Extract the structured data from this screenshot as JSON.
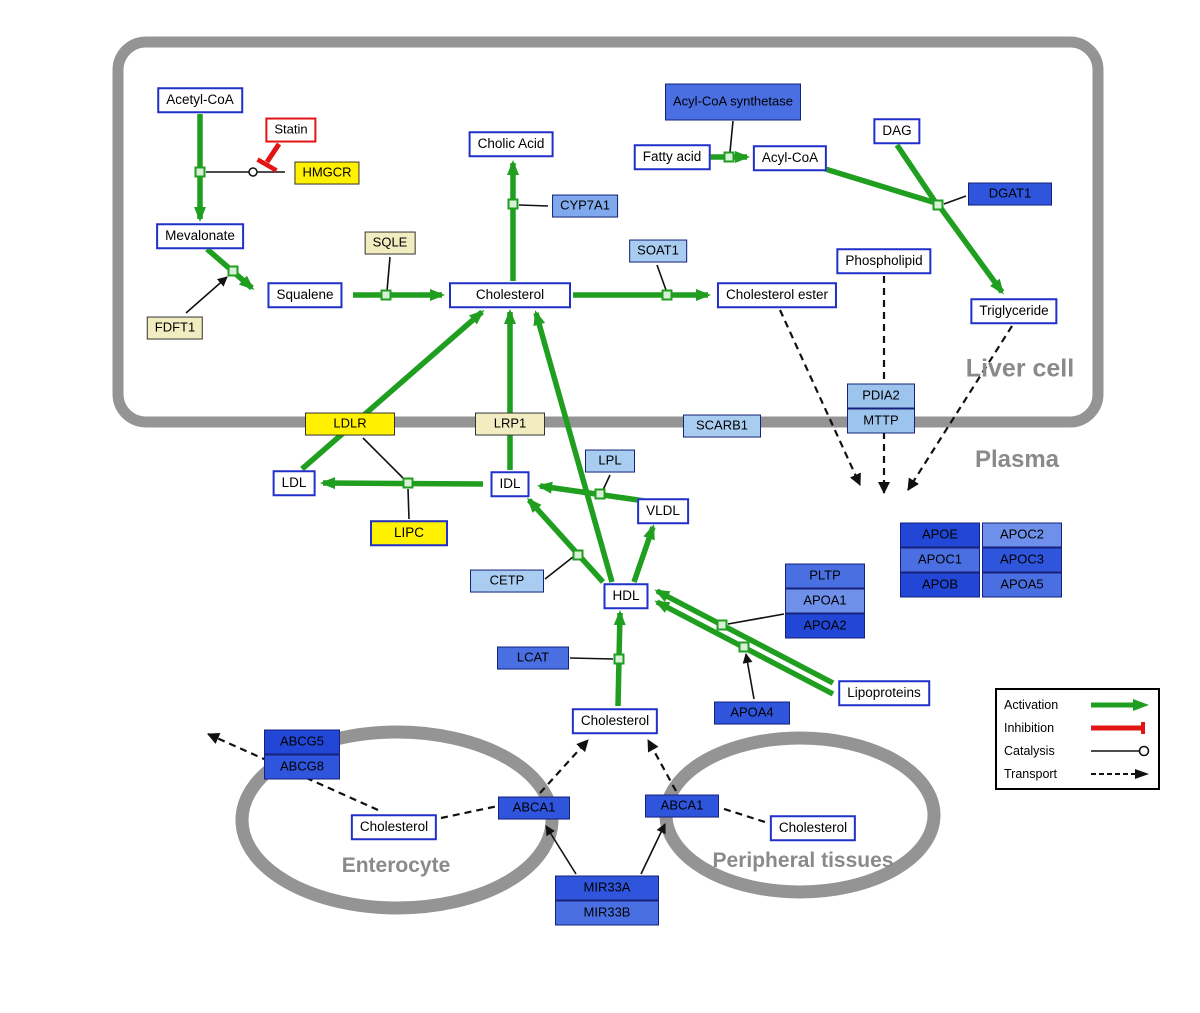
{
  "regions": {
    "liver_cell": "Liver cell",
    "plasma": "Plasma",
    "enterocyte": "Enterocyte",
    "peripheral_tissues": "Peripheral tissues"
  },
  "legend": {
    "activation": "Activation",
    "inhibition": "Inhibition",
    "catalysis": "Catalysis",
    "transport": "Transport"
  },
  "nodes": {
    "acetyl_coa": "Acetyl-CoA",
    "statin": "Statin",
    "hmgcr": "HMGCR",
    "mevalonate": "Mevalonate",
    "fdft1": "FDFT1",
    "squalene": "Squalene",
    "sqle": "SQLE",
    "cholesterol_liver": "Cholesterol",
    "cholic_acid": "Cholic Acid",
    "cyp7a1": "CYP7A1",
    "soat1": "SOAT1",
    "cholesterol_ester": "Cholesterol ester",
    "acyl_coa_synthetase": "Acyl-CoA synthetase",
    "fatty_acid": "Fatty acid",
    "acyl_coa": "Acyl-CoA",
    "dag": "DAG",
    "dgat1": "DGAT1",
    "phospholipid": "Phospholipid",
    "triglyceride": "Triglyceride",
    "pdia2": "PDIA2",
    "mttp": "MTTP",
    "ldlr": "LDLR",
    "lrp1": "LRP1",
    "scarb1": "SCARB1",
    "ldl": "LDL",
    "idl": "IDL",
    "lpl": "LPL",
    "vldl": "VLDL",
    "lipc": "LIPC",
    "cetp": "CETP",
    "hdl": "HDL",
    "pltp": "PLTP",
    "apoa1": "APOA1",
    "apoa2": "APOA2",
    "apoe": "APOE",
    "apoc2": "APOC2",
    "apoc1": "APOC1",
    "apoc3": "APOC3",
    "apob": "APOB",
    "apoa5": "APOA5",
    "lcat": "LCAT",
    "apoa4": "APOA4",
    "lipoproteins": "Lipoproteins",
    "cholesterol_plasma": "Cholesterol",
    "abcg5": "ABCG5",
    "abcg8": "ABCG8",
    "cholesterol_enterocyte": "Cholesterol",
    "abca1_enterocyte": "ABCA1",
    "abca1_peripheral": "ABCA1",
    "cholesterol_peripheral": "Cholesterol",
    "mir33a": "MIR33A",
    "mir33b": "MIR33B"
  }
}
